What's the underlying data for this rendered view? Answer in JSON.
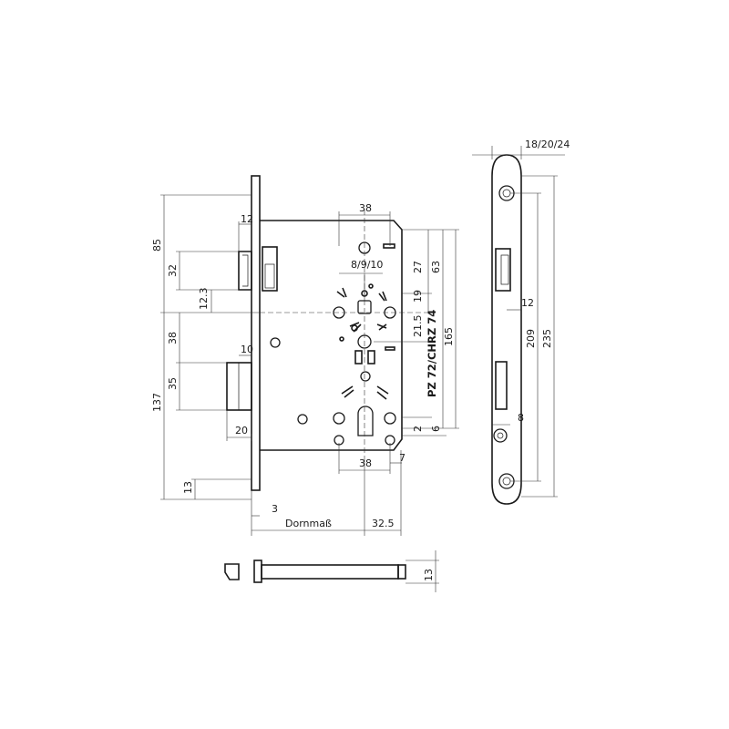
{
  "dimensions": {
    "top_width": "38",
    "bolt_top_width": "12",
    "backset_top": "85",
    "latch_height": "32",
    "offset_12_3": "12.3",
    "follower_sizes": "8/9/10",
    "v27": "27",
    "v63": "63",
    "v19": "19",
    "v21_5": "21.5",
    "v165": "165",
    "v38_left": "38",
    "v10": "10",
    "v35": "35",
    "v137": "137",
    "v20": "20",
    "v2": "2",
    "v6": "6",
    "bottom_width": "38",
    "v7": "7",
    "v13_left": "13",
    "v3": "3",
    "dornmass": "Dornmaß",
    "v32_5": "32.5",
    "faceplate_thickness": "18/20/24",
    "strike_12": "12",
    "strike_209": "209",
    "strike_235": "235",
    "strike_8": "8",
    "side_13": "13"
  },
  "cylinder_label": "PZ 72/CHRZ 74"
}
